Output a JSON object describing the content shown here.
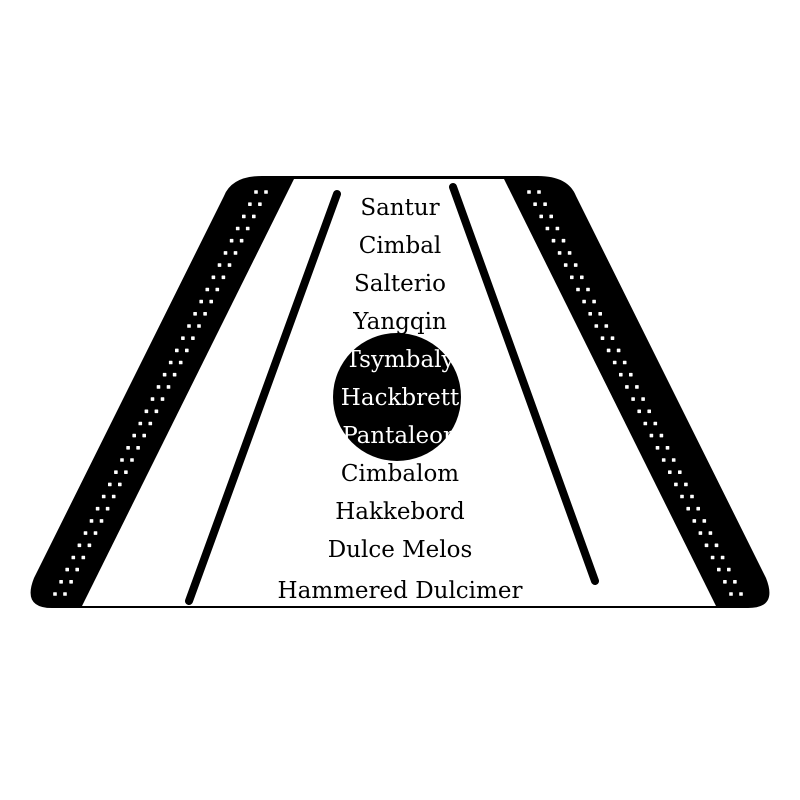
{
  "names": [
    "Santur",
    "Cimbal",
    "Salterio",
    "Yangqin",
    "Tsymbaly",
    "Hackbrett",
    "Pantaleon",
    "Cimbalom",
    "Hakkebord",
    "Dulce Melos",
    "Hammered Dulcimer"
  ],
  "colors": {
    "ink": "#000000",
    "paper": "#ffffff"
  },
  "icons": [
    "hammered-dulcimer-icon"
  ]
}
